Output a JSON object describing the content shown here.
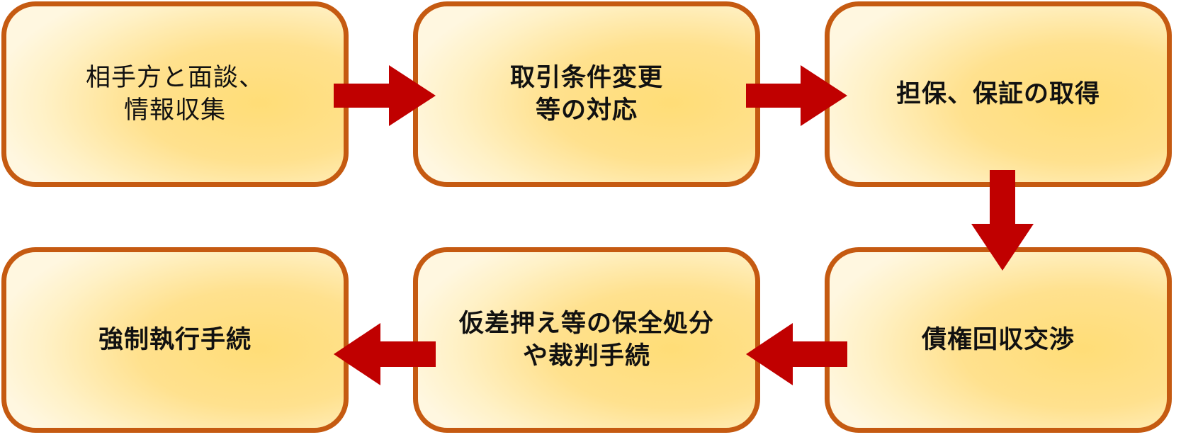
{
  "steps": [
    {
      "text": "相手方と面談、\n情報収集",
      "bold": false
    },
    {
      "text": "取引条件変更\n等の対応",
      "bold": true
    },
    {
      "text": "担保、保証の取得",
      "bold": true
    },
    {
      "text": "債権回収交渉",
      "bold": true
    },
    {
      "text": "仮差押え等の保全処分\nや裁判手続",
      "bold": true
    },
    {
      "text": "強制執行手続",
      "bold": true
    }
  ],
  "colors": {
    "border": "#C55A11",
    "arrow": "#C00000",
    "fill": "#FFDD77"
  }
}
